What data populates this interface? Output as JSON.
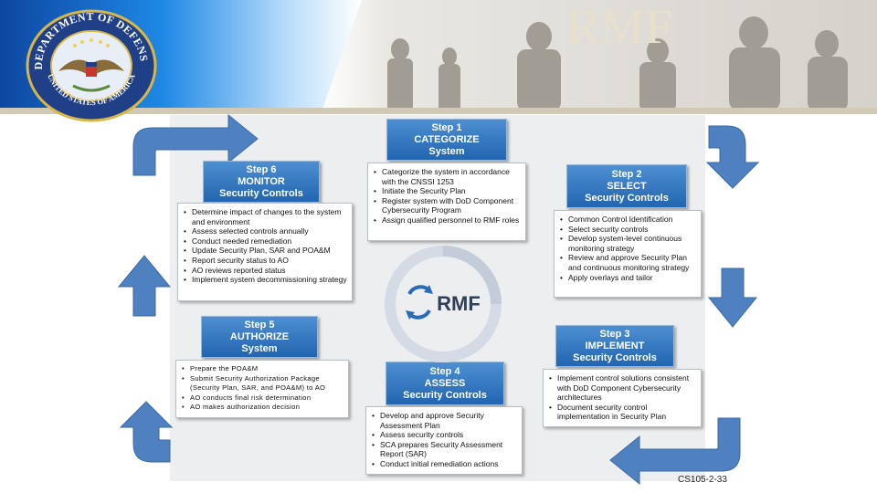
{
  "header": {
    "title": "RMF",
    "seal_text_top": "DEPARTMENT OF DEFENSE",
    "seal_text_bottom": "UNITED STATES OF AMERICA"
  },
  "colors": {
    "header_blue": "#2b6bb6",
    "arrow_blue": "#4f81c0",
    "panel_bg": "#eceef0",
    "banner_band": "#cfc9b6"
  },
  "steps": [
    {
      "id": "step1",
      "number": "Step 1",
      "name": "CATEGORIZE",
      "subtitle": "System",
      "items": [
        "Categorize the system in accordance with the CNSSI 1253",
        "Initiate the Security Plan",
        "Register system with DoD Component Cybersecurity Program",
        "Assign qualified personnel to RMF roles"
      ]
    },
    {
      "id": "step2",
      "number": "Step 2",
      "name": "SELECT",
      "subtitle": "Security Controls",
      "items": [
        "Common Control Identification",
        "Select security controls",
        "Develop system-level continuous monitoring strategy",
        "Review and approve Security Plan and continuous monitoring strategy",
        "Apply overlays and tailor"
      ]
    },
    {
      "id": "step3",
      "number": "Step 3",
      "name": "IMPLEMENT",
      "subtitle": "Security Controls",
      "items": [
        "Implement control solutions consistent with DoD Component Cybersecurity architectures",
        "Document security control implementation in Security Plan"
      ]
    },
    {
      "id": "step4",
      "number": "Step 4",
      "name": "ASSESS",
      "subtitle": "Security Controls",
      "items": [
        "Develop and approve Security Assessment Plan",
        "Assess security controls",
        "SCA prepares Security Assessment Report (SAR)",
        "Conduct initial remediation actions"
      ]
    },
    {
      "id": "step5",
      "number": "Step 5",
      "name": "AUTHORIZE",
      "subtitle": "System",
      "items": [
        "Prepare the POA&M",
        "Submit Security Authorization Package (Security Plan, SAR, and POA&M) to AO",
        "AO conducts final risk determination",
        "AO makes authorization decision"
      ]
    },
    {
      "id": "step6",
      "number": "Step 6",
      "name": "MONITOR",
      "subtitle": "Security Controls",
      "items": [
        "Determine impact of changes to the system and environment",
        "Assess selected controls annually",
        "Conduct needed remediation",
        "Update Security Plan, SAR and POA&M",
        "Report security status to AO",
        "AO reviews reported status",
        "Implement system decommissioning strategy"
      ]
    }
  ],
  "center_logo": {
    "text": "RMF"
  },
  "footer": {
    "code": "CS105-2-33"
  }
}
